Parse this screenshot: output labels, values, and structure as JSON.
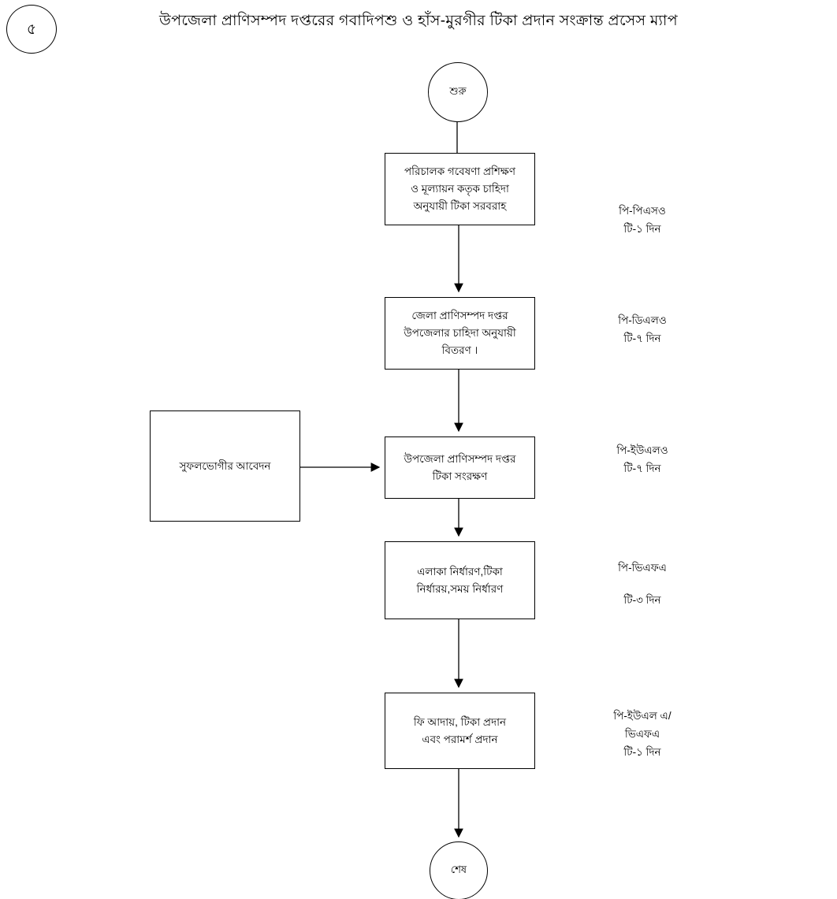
{
  "page": {
    "number_badge": "৫",
    "title": "উপজেলা প্রাণিসম্পদ দপ্তরের গবাদিপশু ও হাঁস-মুরগীর টিকা প্রদান সংক্রান্ত  প্রসেস ম্যাপ"
  },
  "nodes": {
    "start": {
      "label": "শুরু",
      "shape": "circle"
    },
    "end": {
      "label": "শেষ",
      "shape": "circle"
    },
    "supply": {
      "lines": [
        "পরিচালক গবেষণা প্রশিক্ষণ",
        "ও মূল্যায়ন কতৃক চাহিদা",
        "অনুযায়ী টিকা সরবরাহ"
      ]
    },
    "district": {
      "lines": [
        "জেলা প্রাণিসম্পদ দপ্তর",
        "উপজেলার চাহিদা অনুযায়ী",
        "বিতরণ ।"
      ]
    },
    "store": {
      "lines": [
        "উপজেলা প্রাণিসম্পদ দপ্তর",
        "টিকা সংরক্ষণ"
      ]
    },
    "plan": {
      "lines": [
        "এলাকা নির্ধারণ,টিকা",
        "নির্ধারয়,সময় নির্ধারণ"
      ]
    },
    "deliver": {
      "lines": [
        "ফি আদায়, টিকা  প্রদান",
        "এবং পরামর্শ প্রদান"
      ]
    },
    "applicant": {
      "lines": [
        "সুফলভোগীর আবেদন"
      ]
    }
  },
  "annotations": {
    "psoo": {
      "lines": [
        "পি-পিএসও",
        "টি-১ দিন"
      ]
    },
    "dlo": {
      "lines": [
        "পি-ডিএলও",
        "টি-৭ দিন"
      ]
    },
    "ulo": {
      "lines": [
        "পি-ইউএলও",
        "টি-৭ দিন"
      ]
    },
    "vfa": {
      "lines": [
        "পি-ভিএফএ",
        "টি-৩ দিন"
      ]
    },
    "ulvfa": {
      "lines": [
        "পি-ইউএল এ/",
        "ভিএফএ",
        "টি-১ দিন"
      ]
    }
  },
  "style": {
    "stroke": "#000000",
    "background": "#ffffff"
  }
}
